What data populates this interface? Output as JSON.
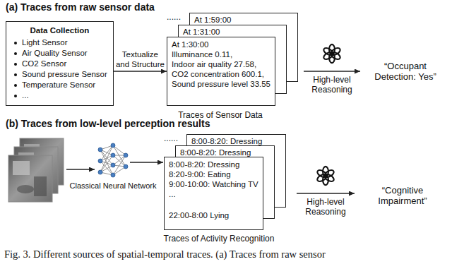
{
  "diagram": {
    "caption": "Fig. 3. Different sources of spatial-temporal traces. (a) Traces from raw sensor",
    "nodes": [
      {
        "text": [
          "Data Collection",
          "Light Sensor",
          "Air Quality Sensor",
          "CO2 Sensor",
          "Sound pressure Sensor",
          "Temperature Sensor",
          "..."
        ]
      },
      {
        "text": [
          "At 1:59:00"
        ]
      },
      {
        "text": [
          "At 1:31:00"
        ]
      },
      {
        "text": [
          "At 1:30:00",
          "Illuminance 0.11,",
          "Indoor air quality 27.58,",
          "CO2 concentration 600.1,",
          "Sound pressure level 33.55"
        ]
      },
      {
        "text": [
          "8:00-8:20: Dressing"
        ]
      },
      {
        "text": [
          "8:00-8:20: Dressing"
        ]
      },
      {
        "text": [
          "8:00-8:20: Dressing",
          "8:20-9:00: Eating",
          "9:00-10:00: Watching TV",
          "...",
          "22:00-8:00 Lying"
        ]
      }
    ],
    "edges": [
      {
        "from": 0,
        "to": 3,
        "arrow": "to",
        "label": "Textualize and Structure"
      }
    ],
    "labels": [
      "(a) Traces from raw sensor data",
      "......",
      "Traces of Sensor Data",
      "High-level Reasoning",
      "“Occupant Detection: Yes”",
      "(b) Traces from low-level perception results",
      "Classical Neural Network",
      "......",
      "Traces of Activity Recognition",
      "High-level Reasoning",
      "“Cognitive Impairment”"
    ]
  }
}
